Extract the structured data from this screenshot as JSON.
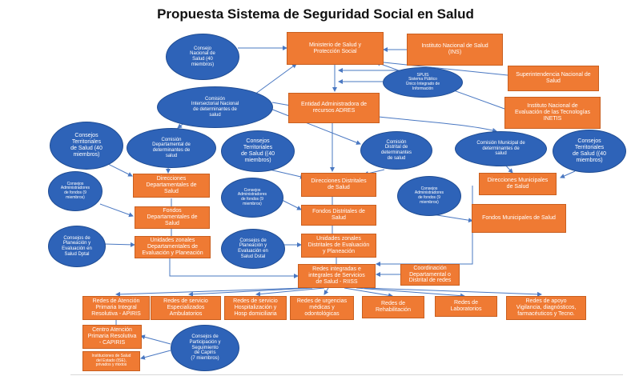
{
  "title": "Propuesta Sistema de Seguridad Social en Salud",
  "colors": {
    "rect": "#ef7a33",
    "ellipse": "#2e63b8",
    "edge": "#4a78c2"
  },
  "nodes": {
    "consejo_nacional": "Consejo\nNacional de\nSalud (40\nmiembros)",
    "ministerio": "Ministerio de Salud y\nProtección Social",
    "ins": "Instituto Nacional de Salud\n(INS)",
    "supersalud": "Superintendencia Nacional de\nSalud",
    "spuis": "SPUIS\nSistema Público\nÚnico Integrado de\nInformación",
    "comision_intersectorial": "Comisión\nIntersectorial Nacional\nde determinantes de\nsalud",
    "adres": "Entidad Administradora de\nrecursos ADRES",
    "inetis": "Instituto Nacional de\nEvaluación de las Tecnologías\nINETIS",
    "consejos_territoriales_dep": "Consejos\nTerritoriales\nde Salud (40\nmiembros)",
    "comision_departamental": "Comisión\nDepartamental de\ndeterminantes de\nsalud",
    "consejos_territoriales_dist": "Consejos\nTerritoriales\nde Salud ((40\nmiembros)",
    "comision_distrital": "Comisión\nDistrital de\ndeterminantes\nde salud",
    "comision_municipal": "Comisión Municipal de\ndeterminantes de\nsalud",
    "consejos_territoriales_mun": "Consejos\nTerritoriales\nde Salud ((40\nmiembros)",
    "direcciones_departamentales": "Direcciones\nDepartamentales de\nSalud",
    "consejos_admin_dep": "Consejos\nAdministradores\nde fondos (9\nmiembros)",
    "direcciones_distritales": "Direcciones Distritales\nde Salud",
    "consejos_admin_dist": "Consejos\nAdministradores\nde fondos (9\nmiembros)",
    "direcciones_municipales": "Direcciones Municipales\nde Salud",
    "consejos_admin_mun": "Consejos\nAdministradores\nde fondos (9\nmiembros)",
    "fondos_departamentales": "Fondos\nDepartamentales de\nSalud",
    "fondos_distritales": "Fondos  Distritales de\nSalud",
    "fondos_municipales": "Fondos  Municipales  de Salud",
    "consejos_planeacion_dep": "Consejos de\nPlaneación y\nEvaluación en\nSalud Dptal",
    "unidades_departamentales": "Unidades zonales\nDepartamentales de\nEvaluación y Planeación",
    "consejos_planeacion_dist": "Consejos de\nPlaneación y\nEvaluación en\nSalud Dstal",
    "unidades_distritales": "Unidades zonales\nDistritales de Evaluación\ny Planeación",
    "riiss": "Redes integradas e\nintegrales de Servicios\nde Salud - RIISS",
    "coordinacion": "Coordinación\nDepartamental o\nDistrital de redes",
    "redes_apiris": "Redes de Atención\nPrimaria Integral\nResolutiva  - APIRIS",
    "redes_especializados": "Redes de servicio\nEspecializados\nAmbulatorios",
    "redes_hospitalizacion": "Redes de servicio\nHospitalización y\nHosp domiciliaria",
    "redes_urgencias": "Redes de urgencias\nmédicas y\nodontológicas",
    "redes_rehabilitacion": "Redes de\nRehabilitación",
    "redes_laboratorios": "Redes de\nLaboratorios",
    "redes_apoyo": "Redes de apoyo\nVigilancia, diagnósticos,\nfarmacéuticos y Tecno.",
    "capiris": "Centro Atención\nPrimaria Resolutiva\n- CAPIRIS",
    "instituciones": "Instituciones  de Salud\ndel Estado (ISE),\nprivados y mixtos",
    "consejos_participacion": "Consejos de\nParticipación y\nSeguimiento\nde Capiris\n(7 miembros)"
  }
}
